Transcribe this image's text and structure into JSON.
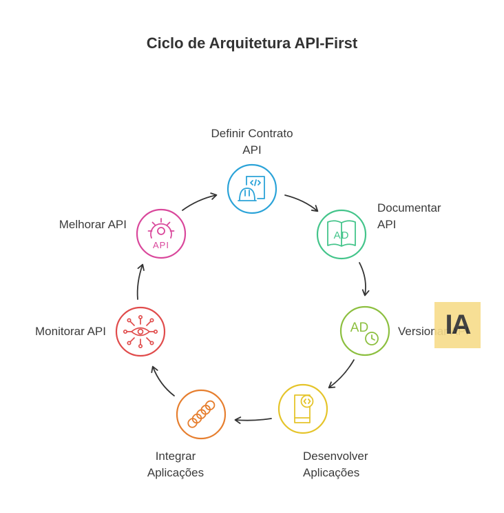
{
  "title": "Ciclo de Arquitetura API-First",
  "steps": [
    {
      "label_line1": "Definir Contrato",
      "label_line2": "API",
      "icon": "document-code-helmet-icon",
      "color": "#2ba3d8"
    },
    {
      "label_line1": "Documentar",
      "label_line2": "API",
      "icon": "book-ad-icon",
      "color": "#43c48a"
    },
    {
      "label_line1": "Versionar API",
      "icon": "ad-clock-icon",
      "color": "#8cbf3f"
    },
    {
      "label_line1": "Desenvolver",
      "label_line2": "Aplicações",
      "icon": "phone-code-icon",
      "color": "#e5c42a"
    },
    {
      "label_line1": "Integrar",
      "label_line2": "Aplicações",
      "icon": "chain-link-icon",
      "color": "#e67e2e"
    },
    {
      "label_line1": "Monitorar API",
      "icon": "network-eye-icon",
      "color": "#e04b4b"
    },
    {
      "label_line1": "Melhorar API",
      "icon": "gear-api-icon",
      "color": "#d9479b"
    }
  ],
  "icon_text": {
    "api": "API",
    "ad": "AD"
  },
  "watermark": "IA",
  "arrow_color": "#333333"
}
